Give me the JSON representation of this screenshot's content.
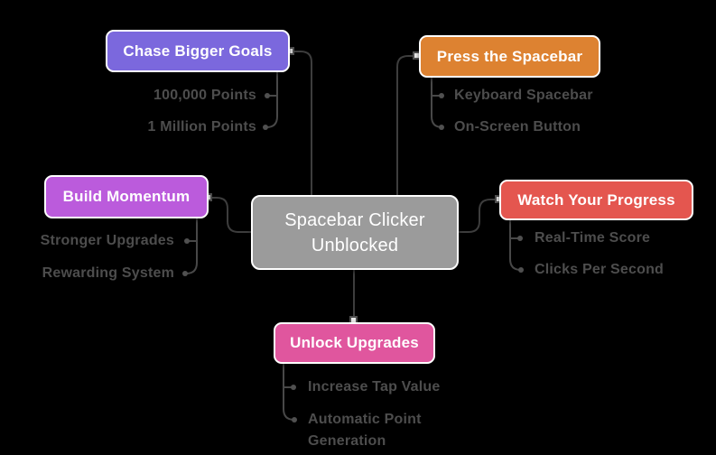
{
  "diagram": {
    "type": "mindmap",
    "background": "#000000"
  },
  "colors": {
    "background": "#000000",
    "center_fill": "#9B9B9B",
    "node_border": "#FFFFFF",
    "node_text": "#FFFFFF",
    "child_text": "#4D4D4D",
    "main_connector": "#3D3D3D",
    "child_connector": "#484848",
    "anchor_square_fill": "#E8E8E8",
    "anchor_square_border": "#4F4F4F",
    "child_dot": "#505050"
  },
  "center": {
    "label": "Spacebar Clicker Unblocked",
    "fill": "#9B9B9B"
  },
  "branches": [
    {
      "id": "chase",
      "label": "Chase Bigger Goals",
      "fill": "#7B68DD",
      "children": [
        "100,000 Points",
        "1 Million Points"
      ]
    },
    {
      "id": "press",
      "label": "Press the Spacebar",
      "fill": "#DD8231",
      "children": [
        "Keyboard Spacebar",
        "On-Screen Button"
      ]
    },
    {
      "id": "build",
      "label": "Build Momentum",
      "fill": "#BB5BDC",
      "children": [
        "Stronger Upgrades",
        "Rewarding System"
      ]
    },
    {
      "id": "watch",
      "label": "Watch Your Progress",
      "fill": "#E4564F",
      "children": [
        "Real-Time Score",
        "Clicks Per Second"
      ]
    },
    {
      "id": "unlock",
      "label": "Unlock Upgrades",
      "fill": "#E0569E",
      "children": [
        "Increase Tap Value",
        "Automatic Point Generation"
      ]
    }
  ]
}
